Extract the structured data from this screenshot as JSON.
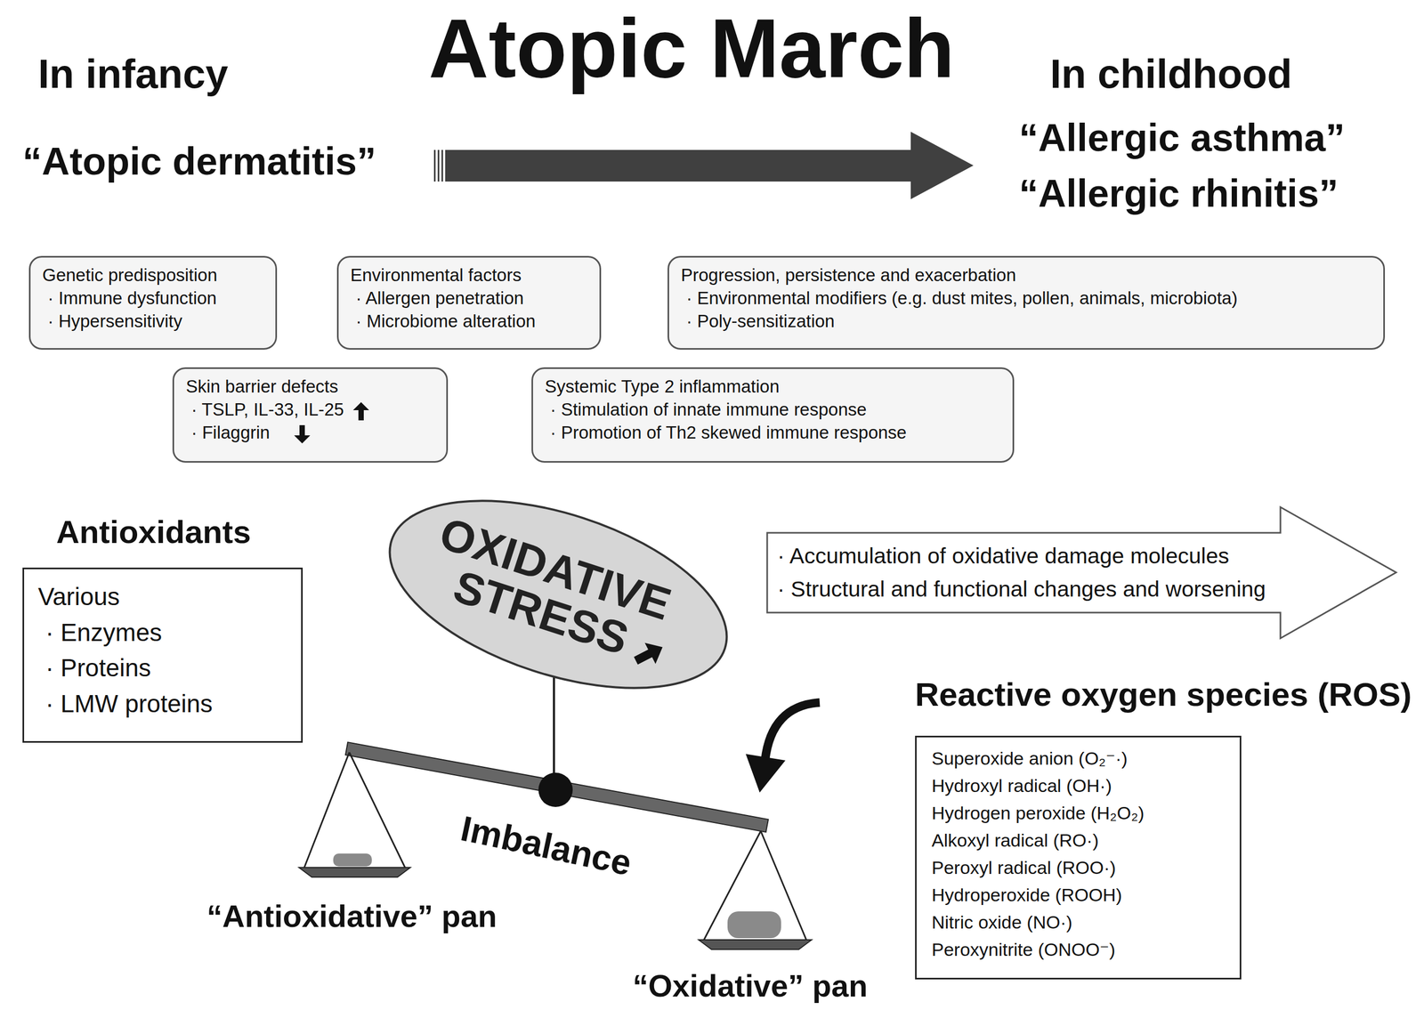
{
  "diagram": {
    "title": "Atopic March",
    "nodes": [
      {
        "text": [
          "Genetic predisposition",
          "· Immune dysfunction",
          "· Hypersensitivity"
        ]
      },
      {
        "text": [
          "Environmental factors",
          "· Allergen penetration",
          "· Microbiome alteration"
        ]
      },
      {
        "text": [
          "Progression, persistence and exacerbation",
          "· Environmental modifiers (e.g. dust mites, pollen, animals, microbiota)",
          "· Poly-sensitization"
        ]
      },
      {
        "text": [
          "Skin barrier defects",
          "· TSLP, IL-33, IL-25",
          "· Filaggrin"
        ]
      },
      {
        "text": [
          "Systemic Type 2 inflammation",
          "· Stimulation of innate immune response",
          "· Promotion of Th2 skewed immune response"
        ]
      },
      {
        "text": [
          "Antioxidants",
          "Various",
          "· Enzymes",
          "· Proteins",
          "· LMW proteins"
        ]
      },
      {
        "text": [
          "OXIDATIVE STRESS"
        ]
      },
      {
        "text": [
          "· Accumulation of oxidative damage molecules",
          "· Structural and functional changes and worsening"
        ]
      },
      {
        "text": [
          "Reactive oxygen species (ROS)",
          "Superoxide anion (O₂⁻·)",
          "Hydroxyl radical (OH·)",
          "Hydrogen peroxide (H₂O₂)",
          "Alkoxyl radical (RO·)",
          "Peroxyl radical (ROO·)",
          "Hydroperoxide (ROOH)",
          "Nitric oxide (NO·)",
          "Peroxynitrite (ONOO⁻)"
        ]
      }
    ],
    "labels": [
      "In infancy",
      "In childhood",
      "“Atopic dermatitis”",
      "“Allergic asthma”",
      "“Allergic rhinitis”",
      "Imbalance",
      "“Antioxidative” pan",
      "“Oxidative” pan"
    ]
  }
}
